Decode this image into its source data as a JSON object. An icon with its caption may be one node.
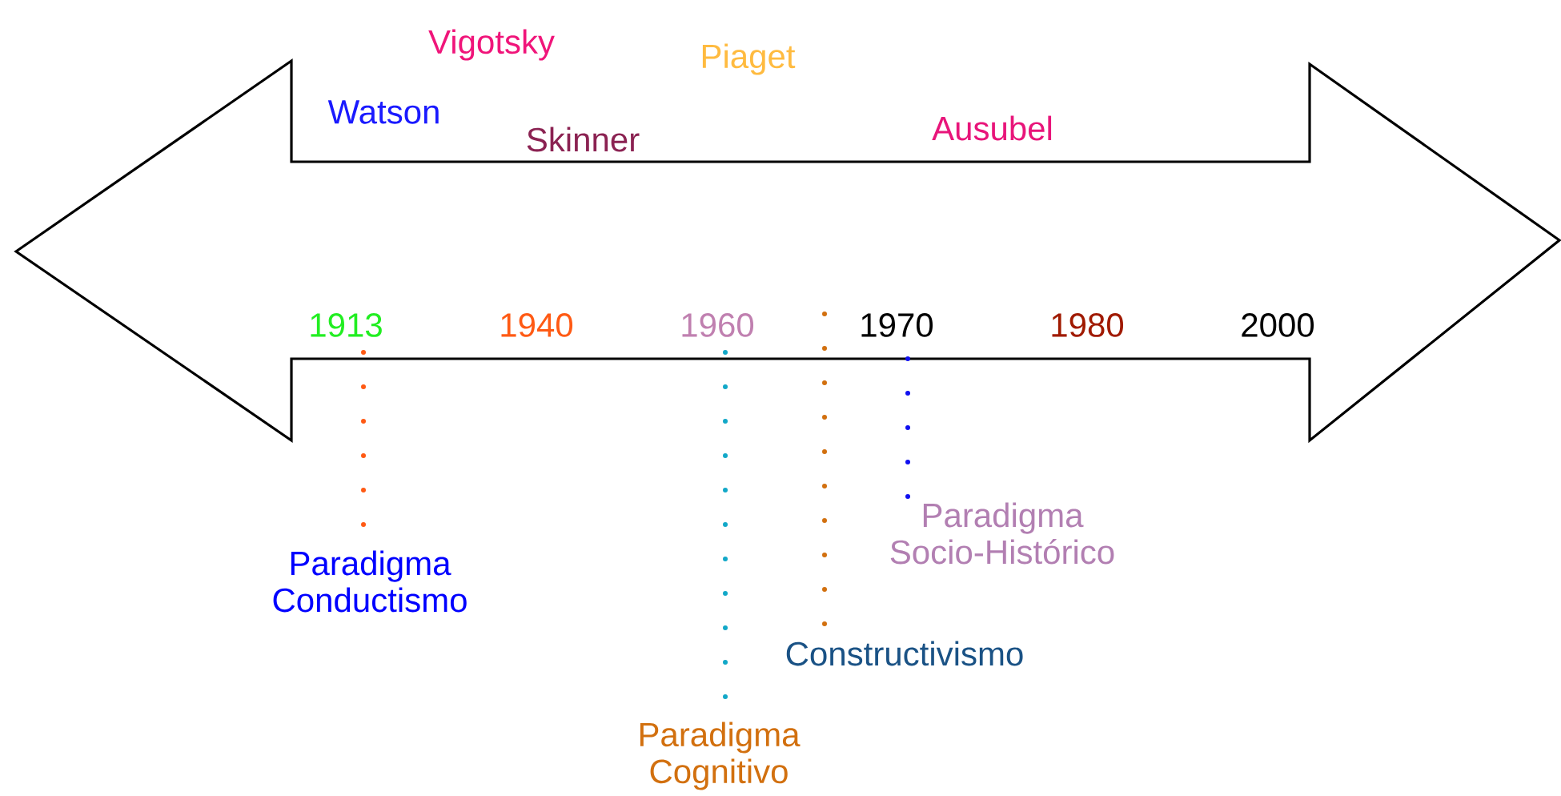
{
  "diagram": {
    "nodes": [
      {
        "text": [
          "Paradigma Conductismo"
        ]
      },
      {
        "text": [
          "Paradigma Cognitivo"
        ]
      },
      {
        "text": [
          "Constructivismo"
        ]
      },
      {
        "text": [
          "Paradigma Socio-Histórico"
        ]
      }
    ],
    "edges": [
      {
        "from": null,
        "to": 0,
        "arrow": "none",
        "color": "#ff5a14"
      },
      {
        "from": null,
        "to": 1,
        "arrow": "none",
        "color": "#12a8c8"
      },
      {
        "from": null,
        "to": 2,
        "arrow": "none",
        "color": "#d2700f"
      },
      {
        "from": null,
        "to": 3,
        "arrow": "none",
        "color": "#1010f0"
      }
    ],
    "labels": [
      "Vigotsky",
      "Piaget",
      "Watson",
      "Ausubel",
      "Skinner",
      "1913",
      "1940",
      "1960",
      "1970",
      "1980",
      "2000"
    ]
  }
}
